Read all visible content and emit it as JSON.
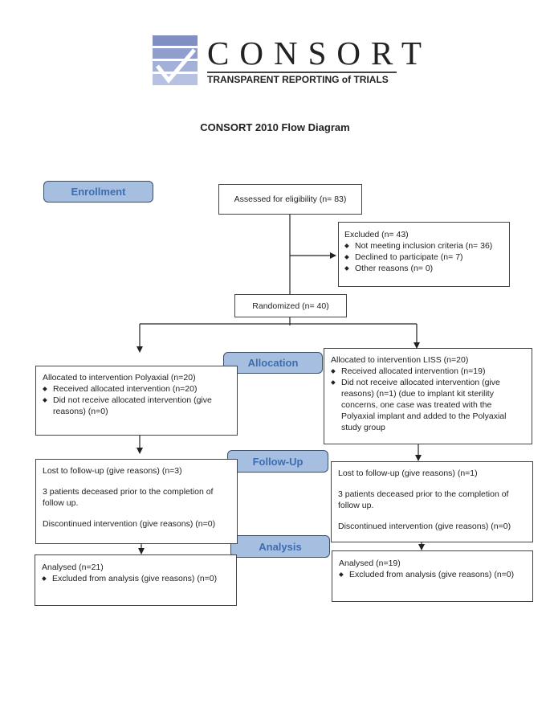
{
  "logo": {
    "name": "CONSORT",
    "tagline": "TRANSPARENT REPORTING of TRIALS",
    "colors": {
      "primary": "#7f8fc4",
      "light": "#b7c1e2",
      "text": "#222222"
    }
  },
  "title": "CONSORT 2010 Flow Diagram",
  "stages": {
    "enrollment": "Enrollment",
    "allocation": "Allocation",
    "followup": "Follow-Up",
    "analysis": "Analysis"
  },
  "enrollment": {
    "assessed": "Assessed for eligibility (n= 83)",
    "excluded_title": "Excluded (n= 43)",
    "excluded_items": [
      "Not meeting inclusion criteria (n= 36)",
      "Declined to participate (n= 7)",
      "Other reasons (n= 0)"
    ],
    "randomized": "Randomized (n= 40)"
  },
  "left": {
    "allocation_title": "Allocated to intervention Polyaxial (n=20)",
    "allocation_items": [
      "Received allocated intervention (n=20)",
      "Did not receive allocated intervention (give reasons) (n=0)"
    ],
    "followup_lost": "Lost to follow-up (give reasons) (n=3)",
    "followup_note": "3 patients deceased prior to the completion of follow up.",
    "followup_discontinued": "Discontinued intervention (give reasons) (n=0)",
    "analysis_title": "Analysed  (n=21)",
    "analysis_items": [
      "Excluded from analysis (give reasons) (n=0)"
    ]
  },
  "right": {
    "allocation_title": "Allocated to intervention LISS (n=20)",
    "allocation_items": [
      "Received allocated intervention (n=19)",
      "Did not receive allocated intervention (give reasons) (n=1) (due to implant kit sterility concerns, one case was treated with the Polyaxial  implant and added to the Polyaxial study group"
    ],
    "followup_lost": "Lost to follow-up (give reasons) (n=1)",
    "followup_note": "3 patients deceased prior to the completion of follow up.",
    "followup_discontinued": "Discontinued intervention (give reasons) (n=0)",
    "analysis_title": "Analysed  (n=19)",
    "analysis_items": [
      "Excluded from analysis (give reasons) (n=0)"
    ]
  }
}
